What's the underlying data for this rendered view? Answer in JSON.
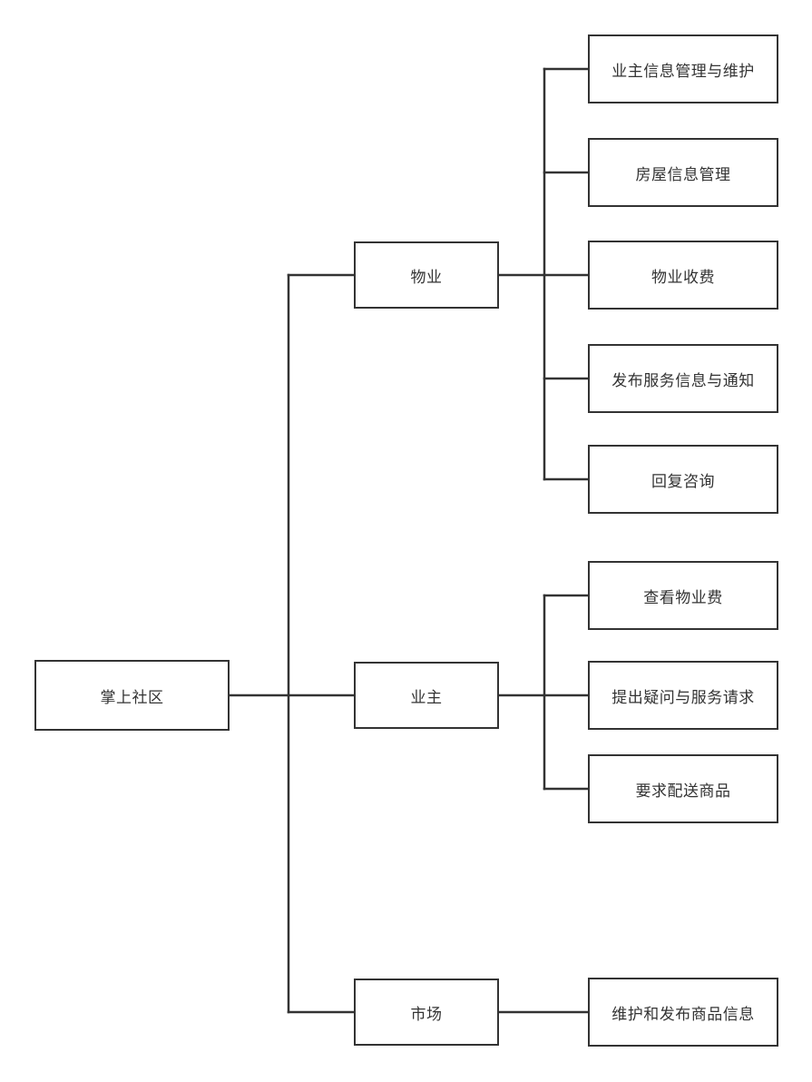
{
  "diagram": {
    "root": {
      "label": "掌上社区"
    },
    "branches": [
      {
        "label": "物业",
        "children": [
          {
            "label": "业主信息管理与维护"
          },
          {
            "label": "房屋信息管理"
          },
          {
            "label": "物业收费"
          },
          {
            "label": "发布服务信息与通知"
          },
          {
            "label": "回复咨询"
          }
        ]
      },
      {
        "label": "业主",
        "children": [
          {
            "label": "查看物业费"
          },
          {
            "label": "提出疑问与服务请求"
          },
          {
            "label": "要求配送商品"
          }
        ]
      },
      {
        "label": "市场",
        "children": [
          {
            "label": "维护和发布商品信息"
          }
        ]
      }
    ],
    "colors": {
      "line": "#333333",
      "box_border": "#333333",
      "box_fill": "#ffffff",
      "text": "#333333",
      "background": "#ffffff"
    }
  }
}
